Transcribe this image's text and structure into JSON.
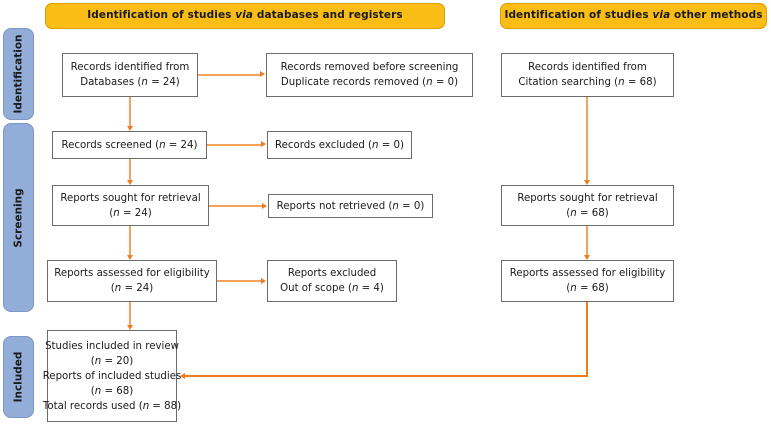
{
  "diagram": {
    "title": "PRISMA 2020 flow diagram",
    "colors": {
      "banner_fill": "#f9bd16",
      "banner_border": "#e09c00",
      "stage_fill": "#93add9",
      "stage_border": "#7b97c8",
      "node_border": "#6b6b6b",
      "arrow": "#f07c1e",
      "arrow_pale": "#f5a25d",
      "text": "#1a1a1a",
      "background": "#ffffff"
    }
  },
  "banners": [
    {
      "id": "banner-databases-registers",
      "prefix": "Identification of studies ",
      "italic": "via",
      "suffix": " databases and registers"
    },
    {
      "id": "banner-other-methods",
      "prefix": "Identification of studies ",
      "italic": "via",
      "suffix": " other methods"
    }
  ],
  "stages": [
    {
      "id": "stage-identification",
      "label": "Identification"
    },
    {
      "id": "stage-screening",
      "label": "Screening"
    },
    {
      "id": "stage-included",
      "label": "Included"
    }
  ],
  "nodes": {
    "records_identified_databases": {
      "line1": "Records identified from",
      "line2_pre": "Databases (",
      "line2_italic": "n",
      "line2_post": " = 24)"
    },
    "records_removed": {
      "line1": "Records removed before screening",
      "line2_pre": "Duplicate records removed (",
      "line2_italic": "n",
      "line2_post": " = 0)"
    },
    "records_identified_citation": {
      "line1": "Records identified from",
      "line2_pre": "Citation searching (",
      "line2_italic": "n",
      "line2_post": " = 68)"
    },
    "records_screened": {
      "line1_pre": "Records screened (",
      "line1_italic": "n",
      "line1_post": " = 24)"
    },
    "records_excluded": {
      "line1_pre": "Records excluded (",
      "line1_italic": "n",
      "line1_post": " = 0)"
    },
    "reports_sought_left": {
      "line1": "Reports sought for retrieval",
      "line2_pre": "(",
      "line2_italic": "n",
      "line2_post": " = 24)"
    },
    "reports_not_retrieved": {
      "line1_pre": "Reports not retrieved (",
      "line1_italic": "n",
      "line1_post": " = 0)"
    },
    "reports_sought_right": {
      "line1": "Reports sought for retrieval",
      "line2_pre": "(",
      "line2_italic": "n",
      "line2_post": " = 68)"
    },
    "reports_assessed_left": {
      "line1": "Reports assessed for eligibility",
      "line2_pre": "(",
      "line2_italic": "n",
      "line2_post": " = 24)"
    },
    "reports_excluded": {
      "line1": "Reports excluded",
      "line2_pre": "Out of scope (",
      "line2_italic": "n",
      "line2_post": " = 4)"
    },
    "reports_assessed_right": {
      "line1": "Reports assessed for eligibility",
      "line2_pre": "(",
      "line2_italic": "n",
      "line2_post": " = 68)"
    },
    "studies_included": {
      "line1": "Studies included in review",
      "line2_pre": "(",
      "line2_italic": "n",
      "line2_post": " = 20)",
      "line3": "Reports of included studies",
      "line4_pre": "(",
      "line4_italic": "n",
      "line4_post": " = 68)",
      "line5_pre": "Total records used (",
      "line5_italic": "n",
      "line5_post": " = 88)"
    }
  },
  "chart_data": {
    "type": "diagram",
    "title": "PRISMA 2020 flow diagram",
    "counts": {
      "records_identified_databases": 24,
      "duplicate_records_removed": 0,
      "records_identified_citation_searching": 68,
      "records_screened": 24,
      "records_excluded": 0,
      "reports_sought_for_retrieval_databases": 24,
      "reports_not_retrieved": 0,
      "reports_sought_for_retrieval_citation": 68,
      "reports_assessed_for_eligibility_databases": 24,
      "reports_excluded_out_of_scope": 4,
      "reports_assessed_for_eligibility_citation": 68,
      "studies_included_in_review": 20,
      "reports_of_included_studies": 68,
      "total_records_used": 88
    }
  }
}
